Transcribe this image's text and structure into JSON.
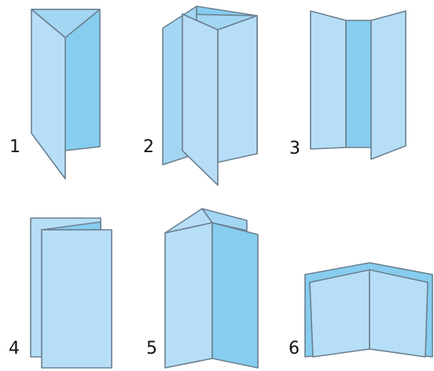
{
  "figures": [
    {
      "id": 1,
      "label": "1"
    },
    {
      "id": 2,
      "label": "2"
    },
    {
      "id": 3,
      "label": "3"
    },
    {
      "id": 4,
      "label": "4"
    },
    {
      "id": 5,
      "label": "5"
    },
    {
      "id": 6,
      "label": "6"
    }
  ],
  "colors": {
    "panel_light": "#b6def7",
    "panel_mid": "#a3d6f3",
    "panel_dark": "#86cdef",
    "outline": "#6b7f8f",
    "label": "#111111"
  }
}
